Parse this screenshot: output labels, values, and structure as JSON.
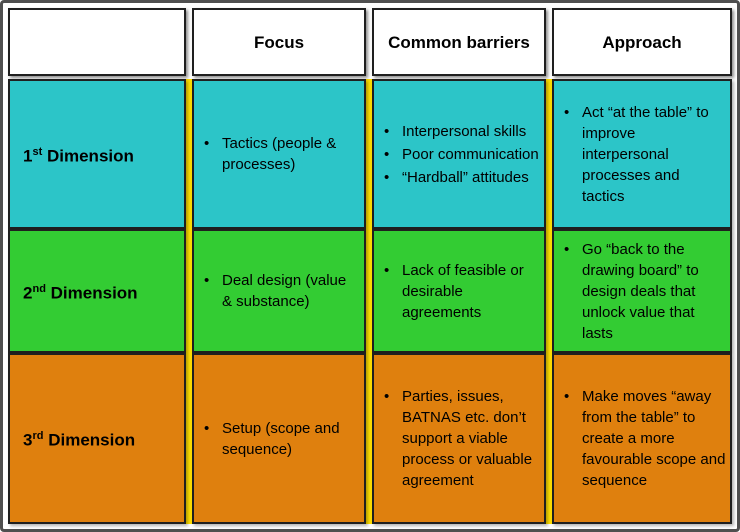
{
  "colors": {
    "frame_border": "#4f4f4f",
    "gap_stripe": "#ffdf00",
    "header_bg": "#ffffff"
  },
  "header": {
    "blank": "",
    "focus": "Focus",
    "barriers": "Common barriers",
    "approach": "Approach"
  },
  "rows": [
    {
      "num": "1",
      "ordinal": "st",
      "word": "Dimension",
      "color": "#2cc5c8",
      "focus": [
        "Tactics (people & processes)"
      ],
      "barriers": [
        "Interpersonal skills",
        "Poor communication",
        "“Hardball” attitudes"
      ],
      "approach": [
        "Act “at the table” to improve interpersonal processes and tactics"
      ]
    },
    {
      "num": "2",
      "ordinal": "nd",
      "word": "Dimension",
      "color": "#33cc33",
      "focus": [
        "Deal design (value & substance)"
      ],
      "barriers": [
        "Lack of feasible or desirable agreements"
      ],
      "approach": [
        "Go “back to the drawing board” to design deals that unlock value that lasts"
      ]
    },
    {
      "num": "3",
      "ordinal": "rd",
      "word": "Dimension",
      "color": "#df800e",
      "focus": [
        "Setup (scope and sequence)"
      ],
      "barriers": [
        "Parties, issues, BATNAS etc. don’t support a viable process or valuable agreement"
      ],
      "approach": [
        "Make moves “away from the table” to create a more favourable scope and sequence"
      ]
    }
  ]
}
